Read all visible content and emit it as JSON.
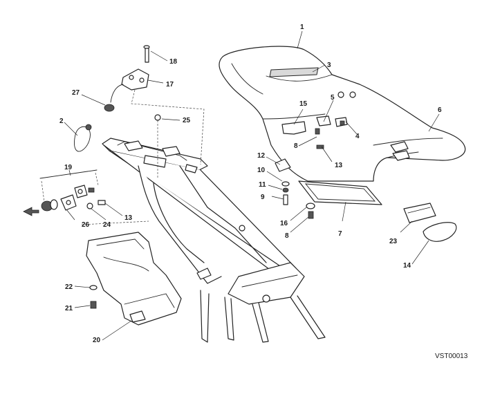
{
  "callouts": [
    {
      "id": "c1",
      "text": "1"
    },
    {
      "id": "c2",
      "text": "2"
    },
    {
      "id": "c3",
      "text": "3"
    },
    {
      "id": "c4",
      "text": "4"
    },
    {
      "id": "c5",
      "text": "5"
    },
    {
      "id": "c6",
      "text": "6"
    },
    {
      "id": "c7",
      "text": "7"
    },
    {
      "id": "c8a",
      "text": "8"
    },
    {
      "id": "c8b",
      "text": "8"
    },
    {
      "id": "c9",
      "text": "9"
    },
    {
      "id": "c10",
      "text": "10"
    },
    {
      "id": "c11",
      "text": "11"
    },
    {
      "id": "c12",
      "text": "12"
    },
    {
      "id": "c13a",
      "text": "13"
    },
    {
      "id": "c13b",
      "text": "13"
    },
    {
      "id": "c14",
      "text": "14"
    },
    {
      "id": "c15",
      "text": "15"
    },
    {
      "id": "c16",
      "text": "16"
    },
    {
      "id": "c17",
      "text": "17"
    },
    {
      "id": "c18",
      "text": "18"
    },
    {
      "id": "c19",
      "text": "19"
    },
    {
      "id": "c20",
      "text": "20"
    },
    {
      "id": "c21",
      "text": "21"
    },
    {
      "id": "c22",
      "text": "22"
    },
    {
      "id": "c23",
      "text": "23"
    },
    {
      "id": "c24",
      "text": "24"
    },
    {
      "id": "c25",
      "text": "25"
    },
    {
      "id": "c26",
      "text": "26"
    },
    {
      "id": "c27",
      "text": "27"
    }
  ],
  "drawing_code": "VST00013",
  "colors": {
    "line": "#222222",
    "background": "#ffffff",
    "shade": "#d9d9d9"
  }
}
